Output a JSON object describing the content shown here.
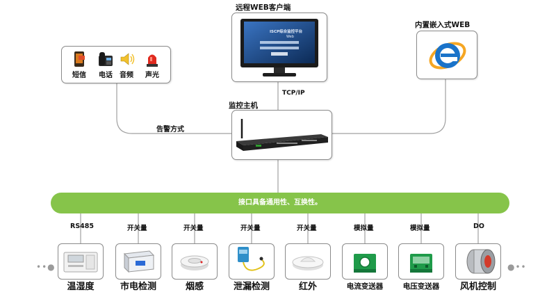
{
  "remote_web": {
    "title": "远程WEB客户端",
    "screen_title": "ISCP综合监控平台",
    "screen_sub": "Web"
  },
  "embedded_web": {
    "title": "内置嵌入式WEB"
  },
  "alarm": {
    "items": [
      {
        "label": "短信",
        "icon": "sms-phone-icon"
      },
      {
        "label": "电话",
        "icon": "desk-phone-icon"
      },
      {
        "label": "音频",
        "icon": "speaker-icon"
      },
      {
        "label": "声光",
        "icon": "siren-icon"
      }
    ],
    "method_label": "告警方式"
  },
  "link": {
    "tcpip": "TCP/IP"
  },
  "host": {
    "title": "监控主机"
  },
  "bus": {
    "text": "接口具备通用性、互换性。"
  },
  "sensors": [
    {
      "name": "温湿度",
      "conn": "RS485",
      "icon": "temp-humidity-sensor-icon"
    },
    {
      "name": "市电检测",
      "conn": "开关量",
      "icon": "mains-detector-icon"
    },
    {
      "name": "烟感",
      "conn": "开关量",
      "icon": "smoke-detector-icon"
    },
    {
      "name": "泄漏检测",
      "conn": "开关量",
      "icon": "leak-detector-icon"
    },
    {
      "name": "红外",
      "conn": "开关量",
      "icon": "infrared-sensor-icon"
    },
    {
      "name": "电流变送器",
      "conn": "模拟量",
      "icon": "current-transmitter-icon"
    },
    {
      "name": "电压变送器",
      "conn": "模拟量",
      "icon": "voltage-transmitter-icon"
    },
    {
      "name": "风机控制",
      "conn": "DO",
      "icon": "fan-icon"
    }
  ],
  "colors": {
    "bus": "#86c44a",
    "line": "#9a9a9a",
    "ie_blue": "#1a73c9",
    "ie_orange": "#f5a623"
  }
}
